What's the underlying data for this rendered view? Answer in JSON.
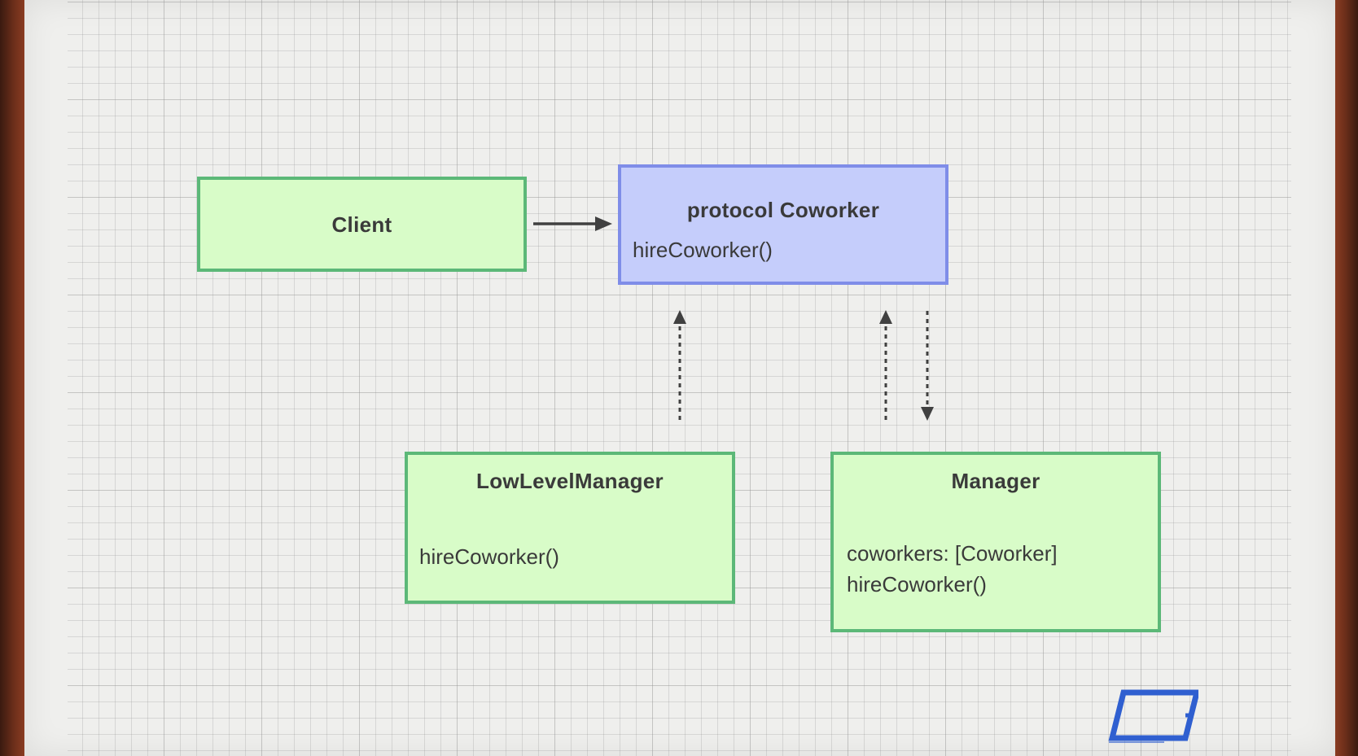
{
  "colors": {
    "class_fill": "#d8fcc8",
    "class_border": "#5cb878",
    "protocol_fill": "#c5cdfb",
    "protocol_border": "#7f8de8",
    "arrow": "#404040",
    "logo": "#2f5fd0",
    "paper": "#efefed",
    "frame": "#6b2e1a"
  },
  "diagram": {
    "client": {
      "title": "Client"
    },
    "coworker_protocol": {
      "title": "protocol Coworker",
      "method": "hireCoworker()"
    },
    "low_level_manager": {
      "title": "LowLevelManager",
      "method": "hireCoworker()"
    },
    "manager": {
      "title": "Manager",
      "property": "coworkers: [Coworker]",
      "method": "hireCoworker()"
    },
    "relations": [
      {
        "from": "Client",
        "to": "protocol Coworker",
        "style": "solid"
      },
      {
        "from": "LowLevelManager",
        "to": "protocol Coworker",
        "style": "dotted"
      },
      {
        "from": "Manager",
        "to": "protocol Coworker",
        "style": "dotted"
      },
      {
        "from": "protocol Coworker",
        "to": "Manager",
        "style": "dotted"
      }
    ]
  },
  "logo": {
    "icon": "parallelogram-logo-icon"
  }
}
